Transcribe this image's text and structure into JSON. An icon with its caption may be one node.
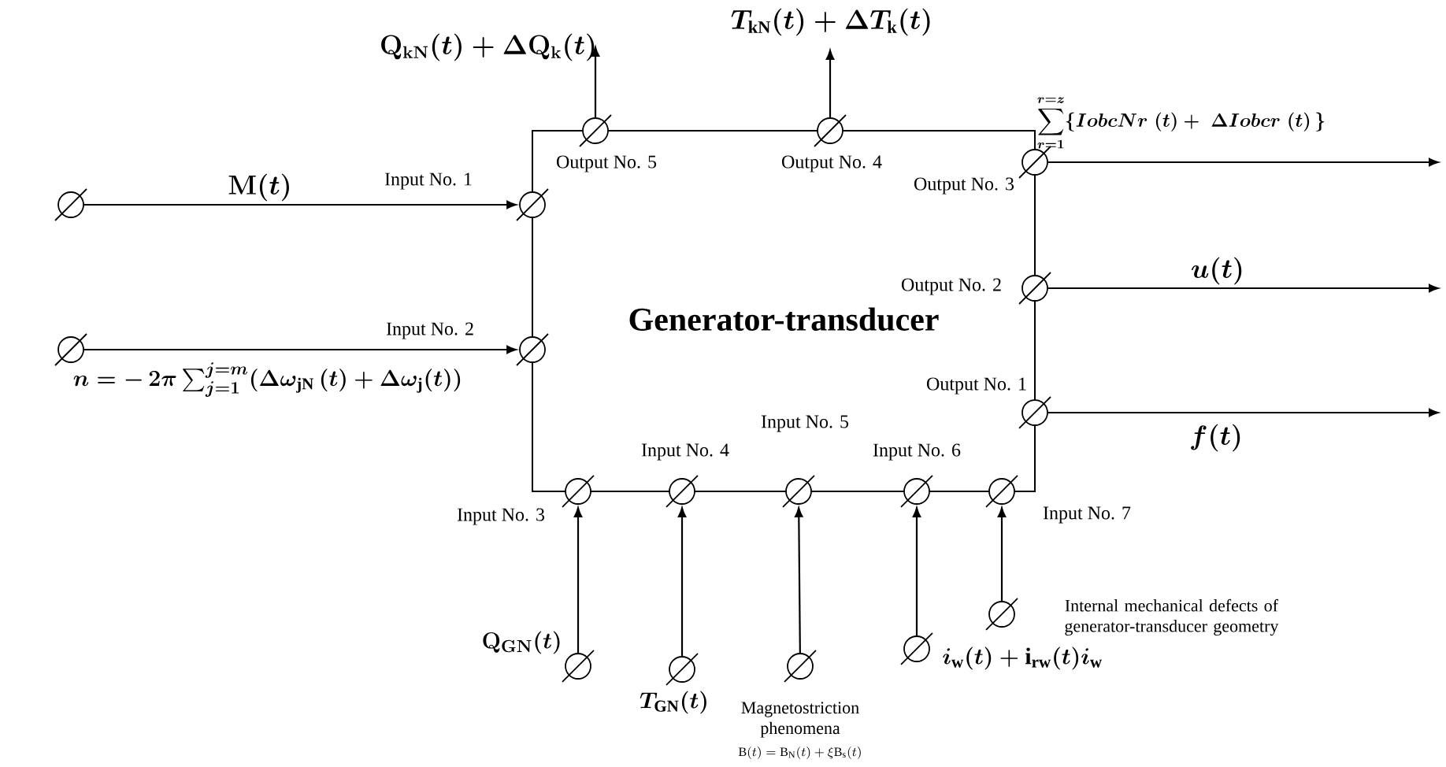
{
  "diagram": {
    "nodes": [
      {
        "text": [
          "Generator-transducer"
        ]
      },
      {
        "text": [],
        "shape": "circle"
      },
      {
        "text": [],
        "shape": "circle"
      },
      {
        "text": [],
        "shape": "circle"
      },
      {
        "text": [],
        "shape": "circle"
      },
      {
        "text": [],
        "shape": "circle"
      },
      {
        "text": [],
        "shape": "circle"
      },
      {
        "text": [],
        "shape": "circle"
      },
      {
        "text": [],
        "shape": "circle"
      },
      {
        "text": [],
        "shape": "circle"
      },
      {
        "text": [],
        "shape": "circle"
      },
      {
        "text": [],
        "shape": "circle"
      },
      {
        "text": [],
        "shape": "circle"
      },
      {
        "text": [],
        "shape": "circle"
      },
      {
        "text": [],
        "shape": "circle"
      },
      {
        "text": [],
        "shape": "circle",
        "beside": [
          "Internal mechanical defects of generator-transducer geometry"
        ]
      },
      {
        "text": [],
        "shape": "circle",
        "beside": [
          "i_{\\mathrm{w}}(t)+\\mathrm{i}_{\\mathrm{rw}}(t)i_{\\mathrm{w}}"
        ]
      },
      {
        "text": [],
        "shape": "circle",
        "beside": [
          "\\mathbf{Q}_{\\mathbf{GN}}(t)"
        ]
      },
      {
        "text": [],
        "shape": "circle",
        "beside": [
          "T_{\\mathrm{GN}}(t)"
        ]
      },
      {
        "text": [],
        "shape": "circle",
        "beside": [
          "Magnetostriction phenomena",
          "\\mathrm{B}(t)=\\mathrm{B}_{\\mathrm{N}}(t)+\\xi\\mathrm{B}_{\\mathrm{s}}(t)"
        ]
      }
    ],
    "edges": [
      {
        "from": 13,
        "to": 3,
        "arrow": "to",
        "label": "\\mathbf{M}(t)"
      },
      {
        "from": 14,
        "to": 6,
        "arrow": "to",
        "label": "n=-\\,2\\pi\\sum_{j=1}^{j=m}(\\Delta\\omega_{\\mathrm{jN}}\\,(t)+\\Delta\\omega_{\\mathrm{j}}(t))"
      },
      {
        "from": 1,
        "to": null,
        "arrow": "to",
        "label": "\\mathbf{Q}_{\\mathbf{kN}}(t)+\\Delta\\mathbf{Q}_{\\mathbf{k}}(t)"
      },
      {
        "from": 2,
        "to": null,
        "arrow": "to",
        "label": "T_{\\mathrm{kN}}(t)+\\Delta T_{\\mathrm{k}}(t)"
      },
      {
        "from": 4,
        "to": null,
        "arrow": "to",
        "label": "\\sum_{r=1}^{r=z}\\{IobcNr\\;(t)+\\;\\Delta Iobcr\\;(t)\\,\\}"
      },
      {
        "from": 5,
        "to": null,
        "arrow": "to",
        "label": "u(t)"
      },
      {
        "from": 7,
        "to": null,
        "arrow": "to",
        "label": "f(t)"
      },
      {
        "from": 17,
        "to": 8,
        "arrow": "to"
      },
      {
        "from": 18,
        "to": 9,
        "arrow": "to"
      },
      {
        "from": 19,
        "to": 10,
        "arrow": "to"
      },
      {
        "from": 16,
        "to": 11,
        "arrow": "to"
      },
      {
        "from": 15,
        "to": 12,
        "arrow": "to"
      }
    ],
    "labels": [
      "Output No. 5",
      "Output No. 4",
      "Input No. 1",
      "Output No. 3",
      "Output No. 2",
      "Input No. 2",
      "Output No. 1",
      "Input No. 5",
      "Input No. 4",
      "Input No. 6",
      "Input No. 3",
      "Input No. 7"
    ]
  }
}
